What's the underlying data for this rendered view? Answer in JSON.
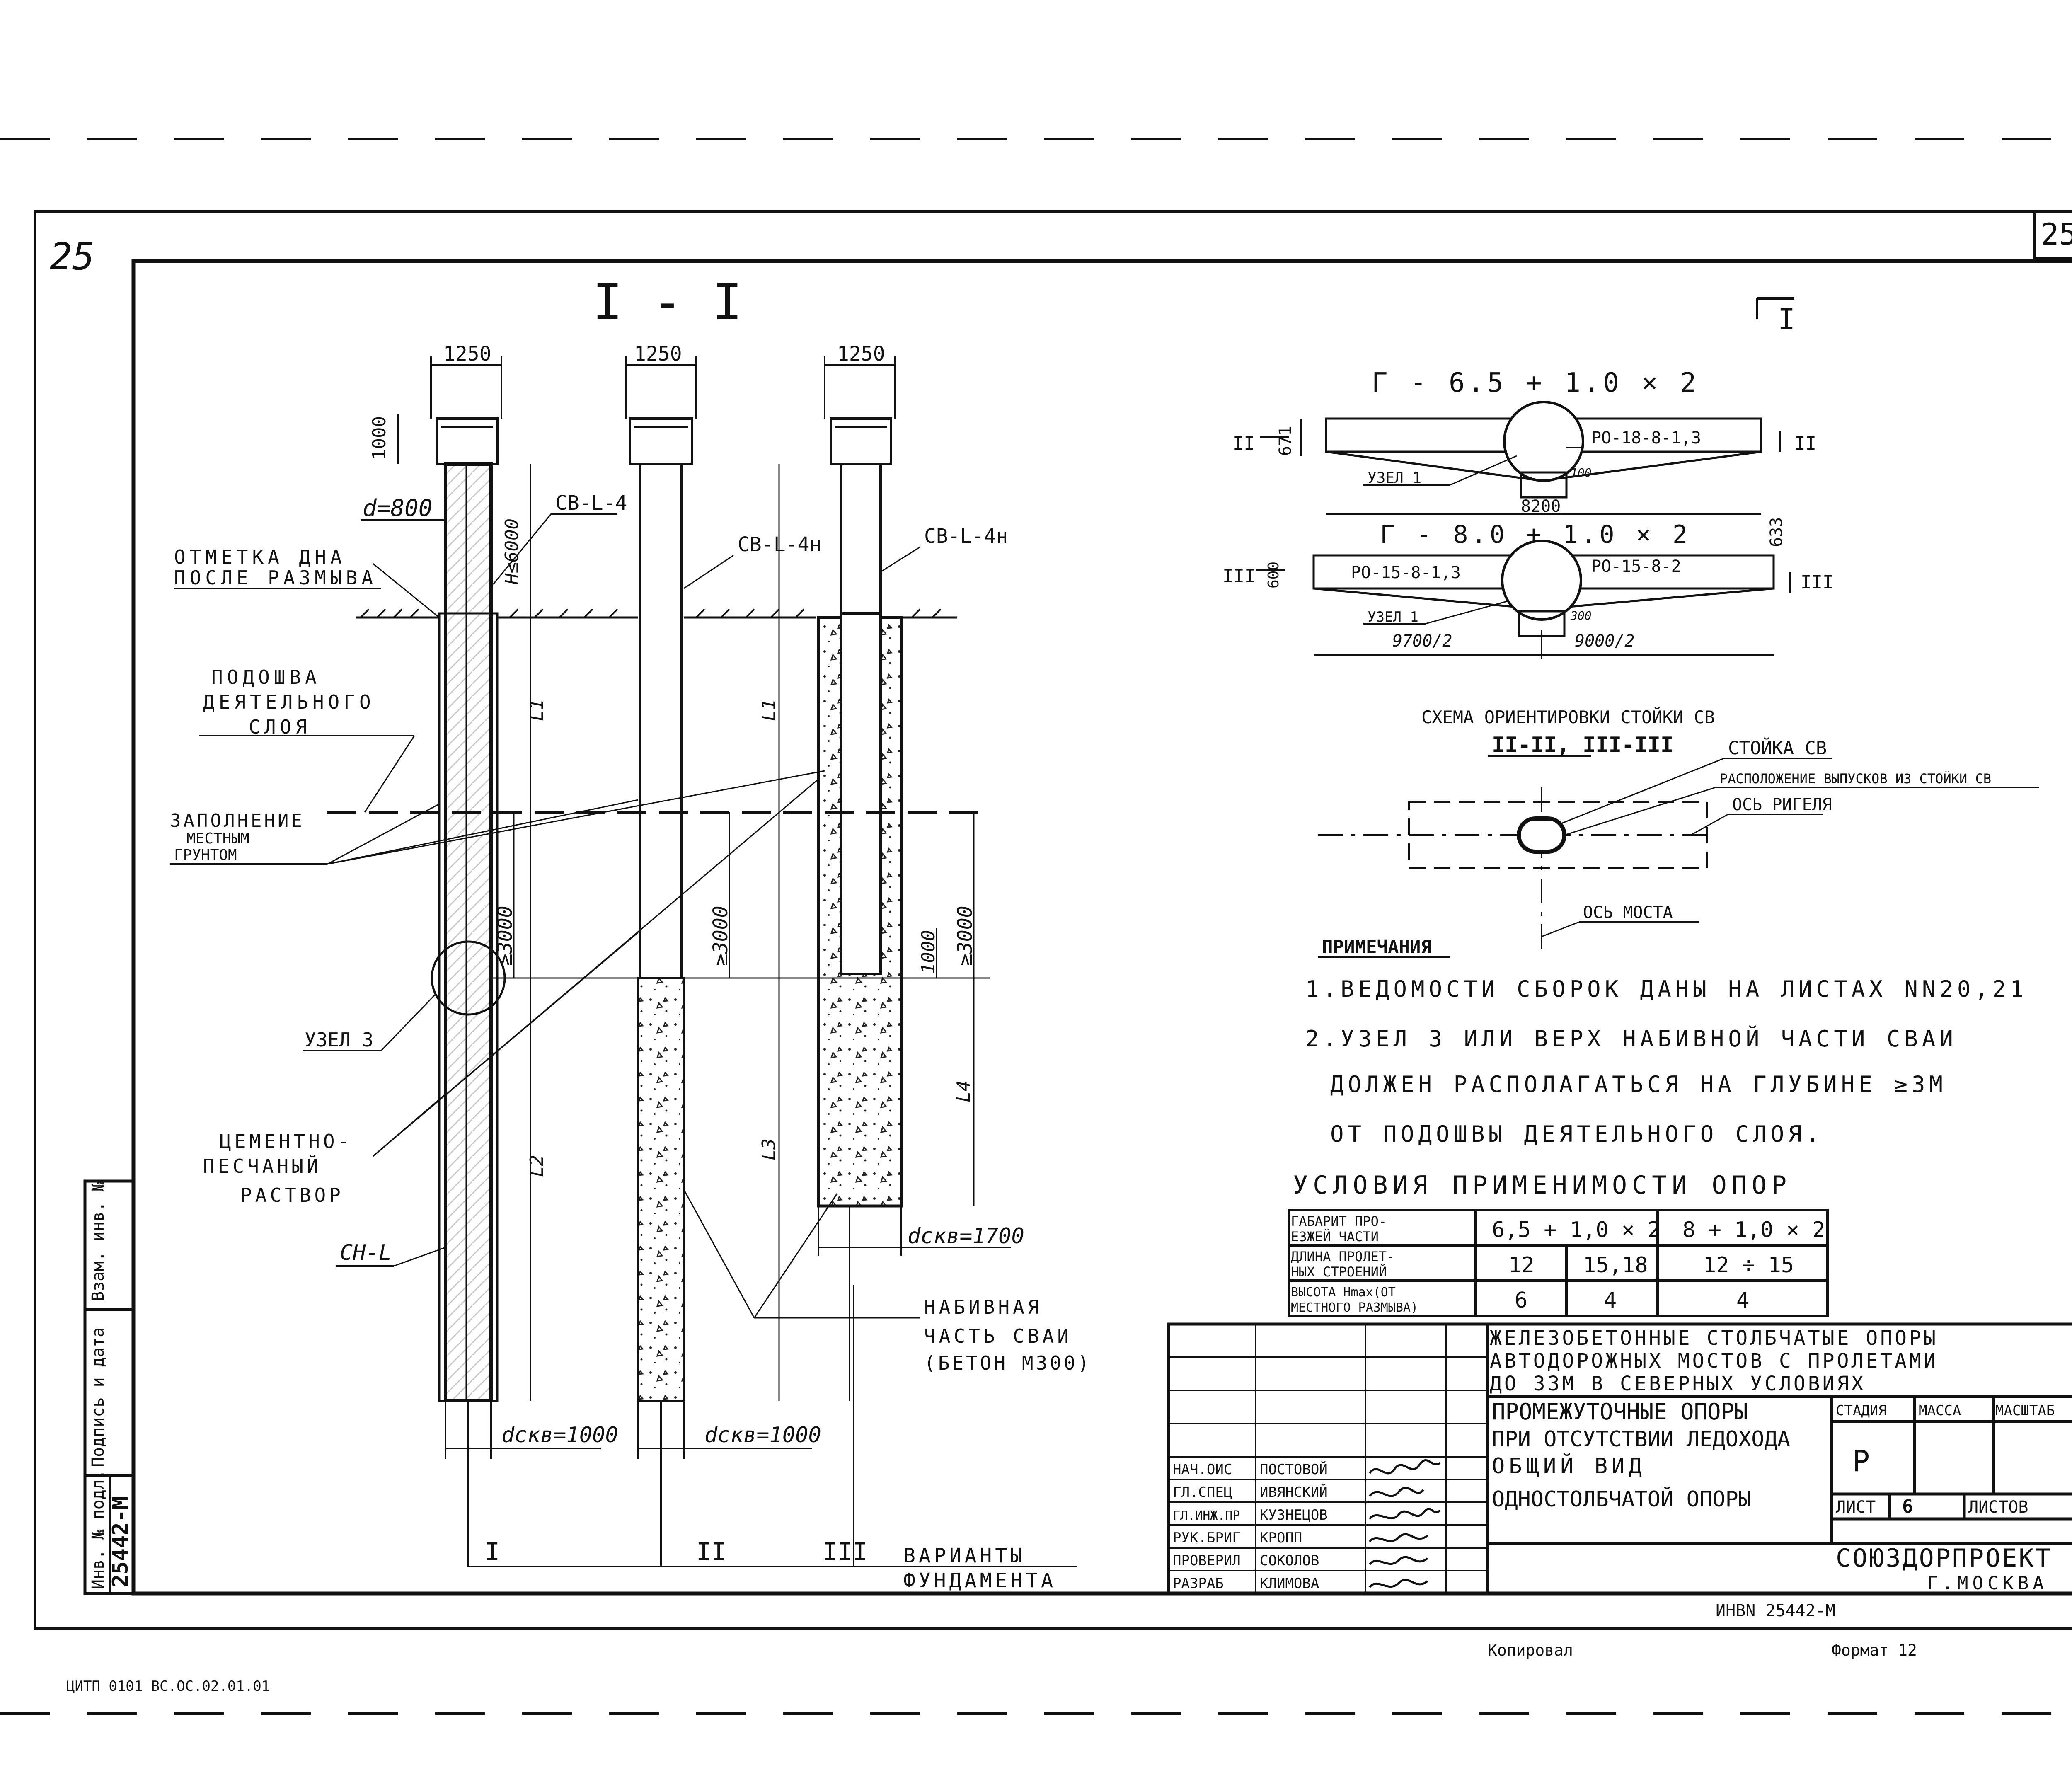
{
  "sheet": {
    "page_corner_handwritten": "25",
    "sheet_number": "25",
    "footer_left": "ЦИТП 0101 ВС.ОС.02.01.01",
    "copied_by": "Копировал",
    "format": "Формат 12",
    "inv_code": "ИНВN 25442-М"
  },
  "section": {
    "title": "I - I",
    "marker": "I",
    "dims": {
      "top_width_1": "1250",
      "top_width_2": "1250",
      "top_width_3": "1250",
      "cap_height": "1000",
      "pile_diameter": "d=800",
      "h_max": "H≤6000",
      "depth_min_1": "≥3000",
      "depth_min_2": "≥3000",
      "depth_min_3": "≥3000",
      "depth_1000": "1000",
      "bore_d1": "dскв=1000",
      "bore_d2": "dскв=1000",
      "bore_d3": "dскв=1700",
      "L1a": "L1",
      "L1b": "L1",
      "L2": "L2",
      "L3": "L3",
      "L4": "L4"
    },
    "column_marks": {
      "cv1": "СВ-L-4",
      "cv2": "СВ-L-4н",
      "cv3": "СВ-L-4н",
      "cn": "СН-L"
    },
    "labels": {
      "erosion_1": "ОТМЕТКА ДНА",
      "erosion_2": "ПОСЛЕ РАЗМЫВА",
      "active_1": "ПОДОШВА",
      "active_2": "ДЕЯТЕЛЬНОГО",
      "active_3": "СЛОЯ",
      "fill_1": "ЗАПОЛНЕНИЕ",
      "fill_2": "МЕСТНЫМ",
      "fill_3": "ГРУНТОМ",
      "node3": "УЗЕЛ 3",
      "cement_1": "ЦЕМЕНТНО-",
      "cement_2": "ПЕСЧАНЫЙ",
      "cement_3": "РАСТВОР",
      "bored_1": "НАБИВНАЯ",
      "bored_2": "ЧАСТЬ СВАИ",
      "bored_3": "(БЕТОН М300)",
      "variants_1": "ВАРИАНТЫ",
      "variants_2": "ФУНДАМЕНТА",
      "var_I": "I",
      "var_II": "II",
      "var_III": "III"
    }
  },
  "plan": {
    "marker": "I",
    "g1": {
      "title": "Г - 6.5 + 1.0 × 2",
      "beam": "РО-18-8-1,3",
      "node": "УЗЕЛ 1",
      "d100": "100",
      "span": "8200",
      "h671": "671",
      "h633": "633",
      "cut": "II"
    },
    "g2": {
      "title": "Г - 8.0 + 1.0 × 2",
      "beam_left": "РО-15-8-1,3",
      "beam_right": "РО-15-8-2",
      "node": "УЗЕЛ 1",
      "d300": "300",
      "h600": "600",
      "half_left": "9700/2",
      "half_right": "9000/2",
      "cut": "III"
    },
    "orientation": {
      "title": "СХЕМА ОРИЕНТИРОВКИ СТОЙКИ СВ",
      "subtitle": "II-II, III-III",
      "column": "СТОЙКА СВ",
      "outlets": "РАСПОЛОЖЕНИЕ ВЫПУСКОВ ИЗ СТОЙКИ СВ",
      "crossbar_axis": "ОСЬ РИГЕЛЯ",
      "bridge_axis": "ОСЬ МОСТА"
    }
  },
  "notes": {
    "title": "ПРИМЕЧАНИЯ",
    "n1": "1.ВЕДОМОСТИ СБОРОК ДАНЫ НА ЛИСТАХ NN20,21",
    "n2a": "2.УЗЕЛ 3 ИЛИ ВЕРХ НАБИВНОЙ ЧАСТИ СВАИ",
    "n2b": "ДОЛЖЕН РАСПОЛАГАТЬСЯ НА ГЛУБИНЕ ≥3М",
    "n2c": "ОТ ПОДОШВЫ ДЕЯТЕЛЬНОГО СЛОЯ."
  },
  "conditions": {
    "title": "УСЛОВИЯ ПРИМЕНИМОСТИ ОПОР",
    "rows": [
      {
        "label_1": "ГАБАРИТ ПРО-",
        "label_2": "ЕЗЖЕЙ ЧАСТИ",
        "c1": "6,5 + 1,0 × 2",
        "c2": "8 + 1,0 × 2"
      },
      {
        "label_1": "ДЛИНА ПРОЛЕТ-",
        "label_2": "НЫХ СТРОЕНИЙ",
        "c1": "12",
        "c2": "15,18",
        "c3": "12 ÷ 15"
      },
      {
        "label_1": "ВЫСОТА Hmax(ОТ",
        "label_2": "МЕСТНОГО РАЗМЫВА)",
        "c1": "6",
        "c2": "4",
        "c3": "4"
      }
    ]
  },
  "title_block": {
    "project_1": "ЖЕЛЕЗОБЕТОННЫЕ СТОЛБЧАТЫЕ ОПОРЫ",
    "project_2": "АВТОДОРОЖНЫХ МОСТОВ С ПРОЛЕТАМИ",
    "project_3": "ДО 33М В СЕВЕРНЫХ УСЛОВИЯХ",
    "drawing_1": "ПРОМЕЖУТОЧНЫЕ ОПОРЫ",
    "drawing_2": "ПРИ ОТСУТСТВИИ ЛЕДОХОДА",
    "drawing_3": "ОБЩИЙ ВИД",
    "drawing_4": "ОДНОСТОЛБЧАТОЙ ОПОРЫ",
    "stage_h": "СТАДИЯ",
    "mass_h": "МАССА",
    "scale_h": "МАСШТАБ",
    "stage": "Р",
    "sheet_label": "ЛИСТ",
    "sheet_no": "6",
    "sheets_label": "ЛИСТОВ",
    "org_1": "СОЮЗДОРПРОЕКТ",
    "org_2": "Г.МОСКВА",
    "staff": [
      {
        "role": "НАЧ.ОИС",
        "name": "ПОСТОВОЙ"
      },
      {
        "role": "ГЛ.СПЕЦ",
        "name": "ИВЯНСКИЙ"
      },
      {
        "role": "ГЛ.ИНЖ.ПР",
        "name": "КУЗНЕЦОВ"
      },
      {
        "role": "РУК.БРИГ",
        "name": "КРОПП"
      },
      {
        "role": "ПРОВЕРИЛ",
        "name": "СОКОЛОВ"
      },
      {
        "role": "РАЗРАБ",
        "name": "КЛИМОВА"
      }
    ]
  },
  "sidebar": {
    "inv_h": "Инв. № подл.",
    "sign_h": "Подпись и дата",
    "replace_h": "Взам. инв. №",
    "inv_value": "25442-М"
  }
}
